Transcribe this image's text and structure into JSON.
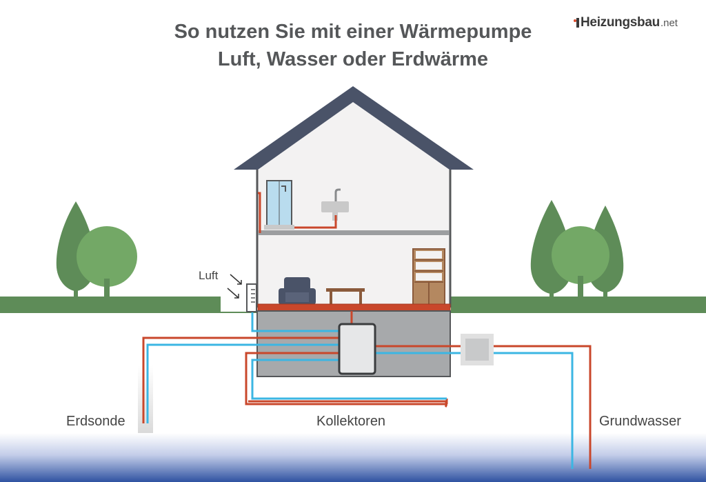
{
  "title": {
    "line1": "So nutzen Sie mit einer Wärmepumpe",
    "line2": "Luft, Wasser oder Erdwärme"
  },
  "logo": {
    "brand": "Heizungsbau",
    "tld": ".net"
  },
  "labels": {
    "luft": "Luft",
    "erdsonde": "Erdsonde",
    "kollektoren": "Kollektoren",
    "grundwasser": "Grundwasser"
  },
  "colors": {
    "hot_pipe": "#c9472b",
    "cold_pipe": "#3bb6e3",
    "ground": "#5e8c58",
    "roof": "#4a5368",
    "basement": "#a7a9ab",
    "water": "#3c5ea8"
  }
}
